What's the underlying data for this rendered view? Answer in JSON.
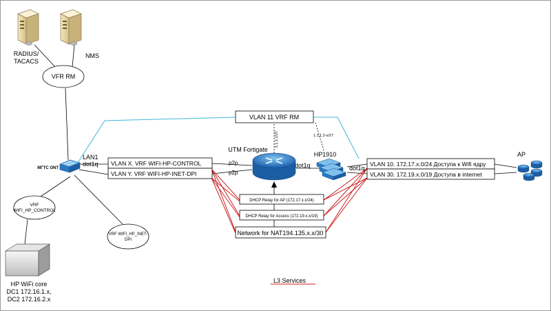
{
  "servers": {
    "radius_label_1": "RADIUS/",
    "radius_label_2": "TACACS",
    "nms_label": "NMS"
  },
  "vrf_rm": "VFR RM",
  "ont": {
    "label": "МГТС ONT",
    "port": "LAN1",
    "encap": "dot1q"
  },
  "vrf_wifi_control_1": "VRF",
  "vrf_wifi_control_2": "WIFI_HP_CONTROL",
  "vrf_wifi_inet_1": "VRF WIFI_HP_INET-",
  "vrf_wifi_inet_2": "DPI",
  "hp_core": {
    "title": "HP WiFi core",
    "dc1": "DC1 172.16.1.x,",
    "dc2": "DC2 172.16.2.x"
  },
  "vlan11": "VLAN 11 VRF RM",
  "vlan_x": "VLAN X. VRF WIFI-HP-CONTROL",
  "vlan_y": "VLAN Y. VRF WIFI-HP-INET-DPI",
  "fortigate": {
    "label": "UTM Fortigate",
    "p2p_top": "p2p",
    "p2p_bottom": "p2p",
    "uplink_ip": "1.1.1.1/27",
    "dot1q": "dot1q"
  },
  "switch": {
    "label": "HP1910",
    "uplink_ip": "1.1.1.2-x/27",
    "dot1q": "dot1q"
  },
  "dhcp_ap": "DHCP Relay for AP (172.17.x.x/24)",
  "dhcp_access": "DHCP Relay for Access (172.19.x.x/19)",
  "nat": "Network for NAT194.135.x.x/30",
  "vlan10": "VLAN 10. 172.17.x.0/24 Доступа к Wifi ядру",
  "vlan30": "VLAN 30. 172.19.x.0/19 Доступа в internet",
  "ap_label": "AP",
  "legend_label": "L3 Services",
  "colors": {
    "cyan": "#3fb7d9",
    "red": "#cc1f1f",
    "device_blue": "#2a78c8",
    "server_tan": "#e9d7a8"
  }
}
